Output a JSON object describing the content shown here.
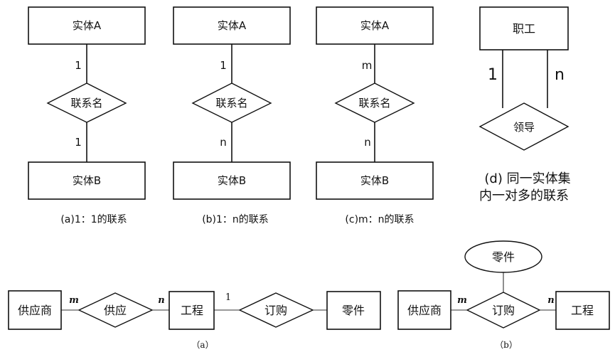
{
  "top": {
    "a": {
      "entity_top": "实体A",
      "entity_bottom": "实体B",
      "relation": "联系名",
      "card_top": "1",
      "card_bottom": "1",
      "caption": "(a)1：1的联系"
    },
    "b": {
      "entity_top": "实体A",
      "entity_bottom": "实体B",
      "relation": "联系名",
      "card_top": "1",
      "card_bottom": "n",
      "caption": "(b)1：n的联系"
    },
    "c": {
      "entity_top": "实体A",
      "entity_bottom": "实体B",
      "relation": "联系名",
      "card_top": "m",
      "card_bottom": "n",
      "caption": "(c)m：n的联系"
    },
    "d": {
      "entity": "职工",
      "relation": "领导",
      "card_left": "1",
      "card_right": "n",
      "caption_line1": "(d) 同一实体集",
      "caption_line2": "内一对多的联系"
    }
  },
  "bottom": {
    "a": {
      "supplier": "供应商",
      "supply": "供应",
      "project": "工程",
      "order": "订购",
      "part": "零件",
      "card_m": "m",
      "card_n": "n",
      "card_1": "1",
      "caption": "（a）"
    },
    "b": {
      "supplier": "供应商",
      "order": "订购",
      "project": "工程",
      "part": "零件",
      "card_m": "m",
      "card_n": "n",
      "caption": "（b）"
    }
  }
}
